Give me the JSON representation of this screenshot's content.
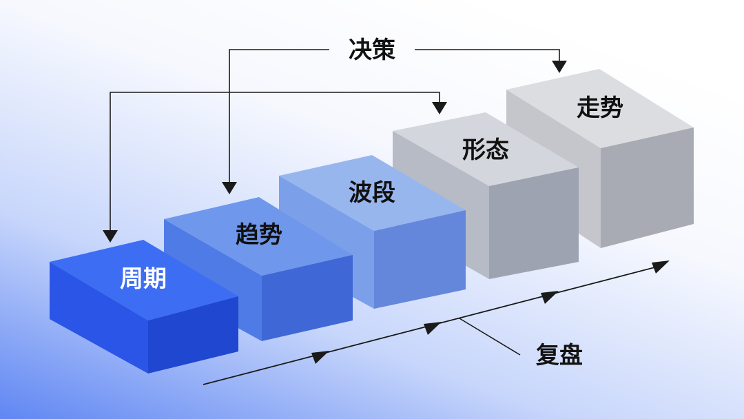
{
  "blocks": [
    {
      "label": "周期",
      "top": "#3c6df2",
      "front": "#2a55e6",
      "side": "#1f47cf",
      "text_color": "#ffffff"
    },
    {
      "label": "趋势",
      "top": "#6f98ec",
      "front": "#4f7be6",
      "side": "#3f68d6",
      "text_color": "#111111"
    },
    {
      "label": "波段",
      "top": "#98b6ee",
      "front": "#7c9fea",
      "side": "#6587db",
      "text_color": "#111111"
    },
    {
      "label": "形态",
      "top": "#d3d6dd",
      "front": "#b6bbc6",
      "side": "#9da3b0",
      "text_color": "#111111"
    },
    {
      "label": "走势",
      "top": "#dcdde1",
      "front": "#c4c6cc",
      "side": "#a8abb3",
      "text_color": "#111111"
    }
  ],
  "decision": {
    "label": "决策"
  },
  "review": {
    "label": "复盘"
  }
}
